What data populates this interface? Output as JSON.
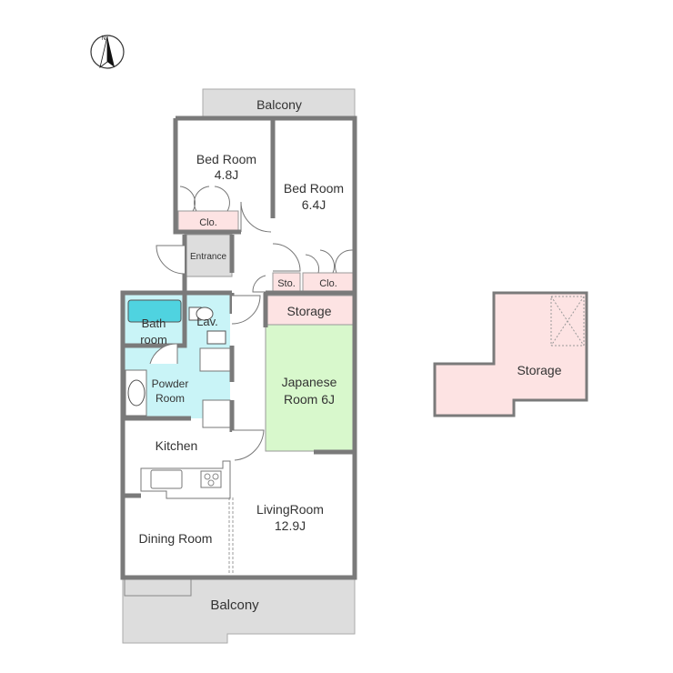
{
  "plan": {
    "compass_label": "N",
    "rooms": {
      "balcony_top": "Balcony",
      "bedroom_a": {
        "name": "Bed Room",
        "size": "4.8J"
      },
      "bedroom_b": {
        "name": "Bed Room",
        "size": "6.4J"
      },
      "closet_a": "Clo.",
      "closet_b": "Clo.",
      "sto": "Sto.",
      "entrance": "Entrance",
      "storage": "Storage",
      "bath_1": "Bath",
      "bath_2": "room",
      "lav": "Lav.",
      "powder_1": "Powder",
      "powder_2": "Room",
      "japanese_1": "Japanese",
      "japanese_2": "Room 6J",
      "kitchen": "Kitchen",
      "living": {
        "name": "LivingRoom",
        "size": "12.9J"
      },
      "dining": "Dining Room",
      "balcony_bottom": "Balcony",
      "attic_storage": "Storage"
    },
    "colors": {
      "wall": "#7a7a7a",
      "balcony": "#dddddd",
      "closet": "#fde3e3",
      "wet": "#c9f4f7",
      "tatami": "#d8f8cc",
      "tub": "#4fd3e0"
    }
  }
}
